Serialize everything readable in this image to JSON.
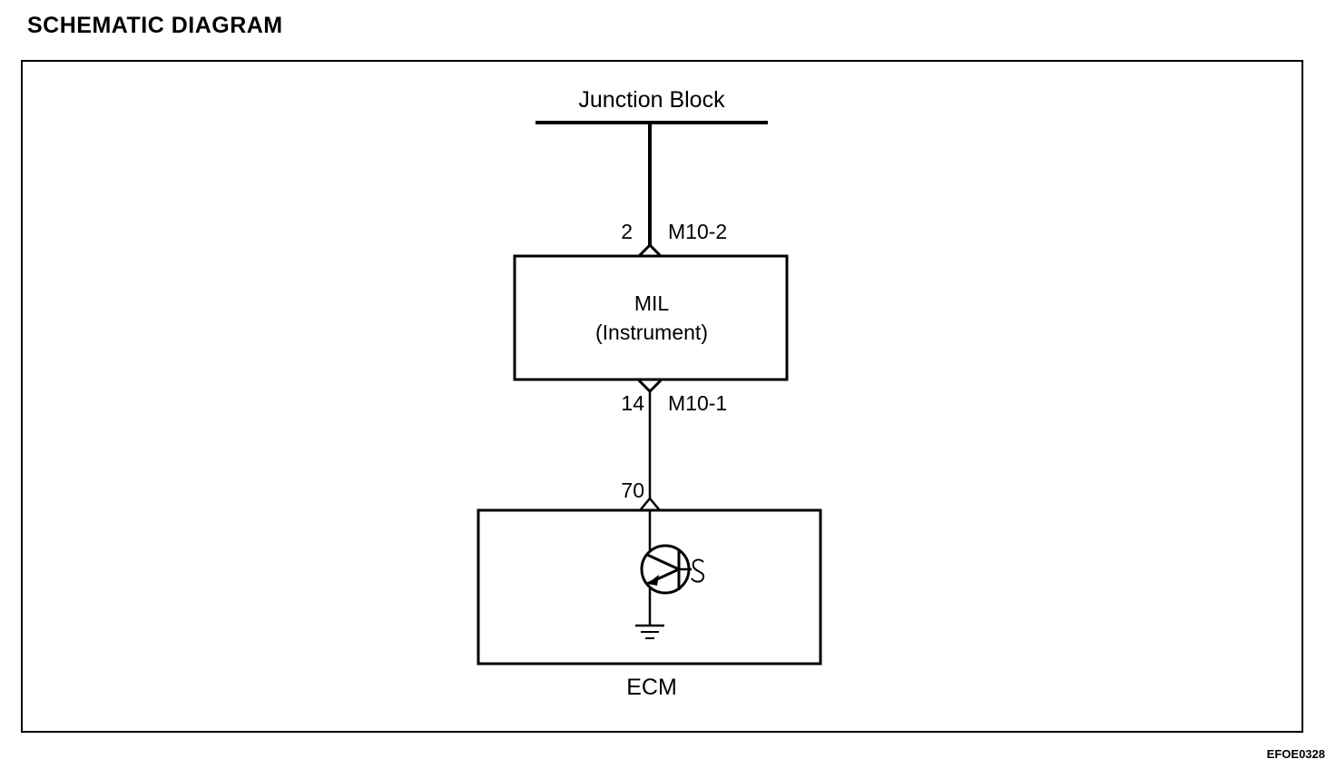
{
  "title": "SCHEMATIC DIAGRAM",
  "junction_block": {
    "label": "Junction Block"
  },
  "connector_top": {
    "pin": "2",
    "connector": "M10-2"
  },
  "mil": {
    "line1": "MIL",
    "line2": "(Instrument)"
  },
  "connector_bottom": {
    "pin": "14",
    "connector": "M10-1"
  },
  "ecm_pin": {
    "pin": "70"
  },
  "ecm": {
    "label": "ECM"
  },
  "figure_code": "EFOE0328"
}
